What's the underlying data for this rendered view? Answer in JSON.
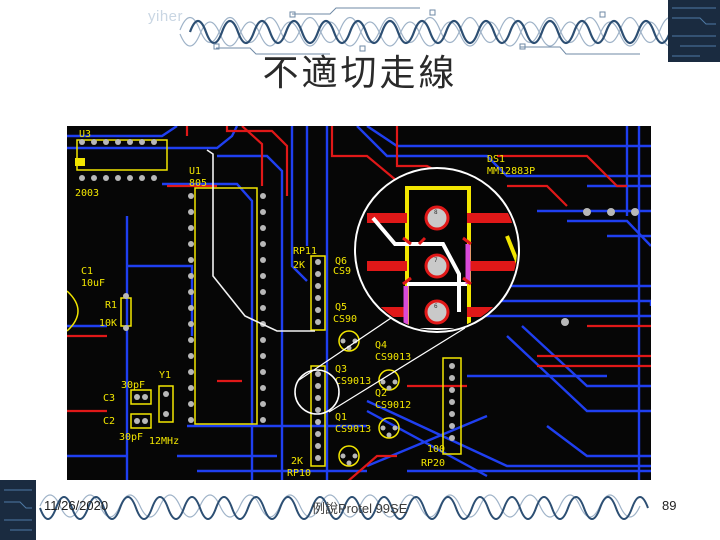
{
  "slide": {
    "watermark": "yiher",
    "title": "不適切走線",
    "date": "11/26/2020",
    "course": "例說Protel 99SE",
    "page": "89"
  },
  "pcb": {
    "labels": {
      "u3": "U3",
      "u1": "U1",
      "u1_val": "805",
      "c2003": "2003",
      "c1": "C1",
      "c1_val": "10uF",
      "r1": "R1",
      "r1_val": "10K",
      "y1": "Y1",
      "y1_val": "12MHz",
      "c3_val": "30pF",
      "c3": "C3",
      "c2": "C2",
      "c2_val": "30pF",
      "rp11": "RP11",
      "rp11_val": "2K",
      "q6": "Q6",
      "q6_val": "CS9",
      "q5": "Q5",
      "q5_val": "CS90",
      "q4": "Q4",
      "q4_val": "CS9013",
      "q3": "Q3",
      "q3_val": "CS9013",
      "q2": "Q2",
      "q2_val": "CS9012",
      "q1": "Q1",
      "q1_val": "CS9013",
      "rp10_val": "2K",
      "rp10": "RP10",
      "rp20_val": "100",
      "rp20": "RP20",
      "ds1": "DS1",
      "ds1_val": "MM12883P",
      "mag_pad8": "8",
      "mag_pad7": "7",
      "mag_pad6": "6"
    }
  },
  "colors": {
    "board": "#060606",
    "trace_blue": "#1f3ff0",
    "trace_red": "#e01818",
    "silk_yellow": "#f2e600",
    "pad_gray": "#b8b8b8",
    "magenta": "#d94ad9"
  }
}
